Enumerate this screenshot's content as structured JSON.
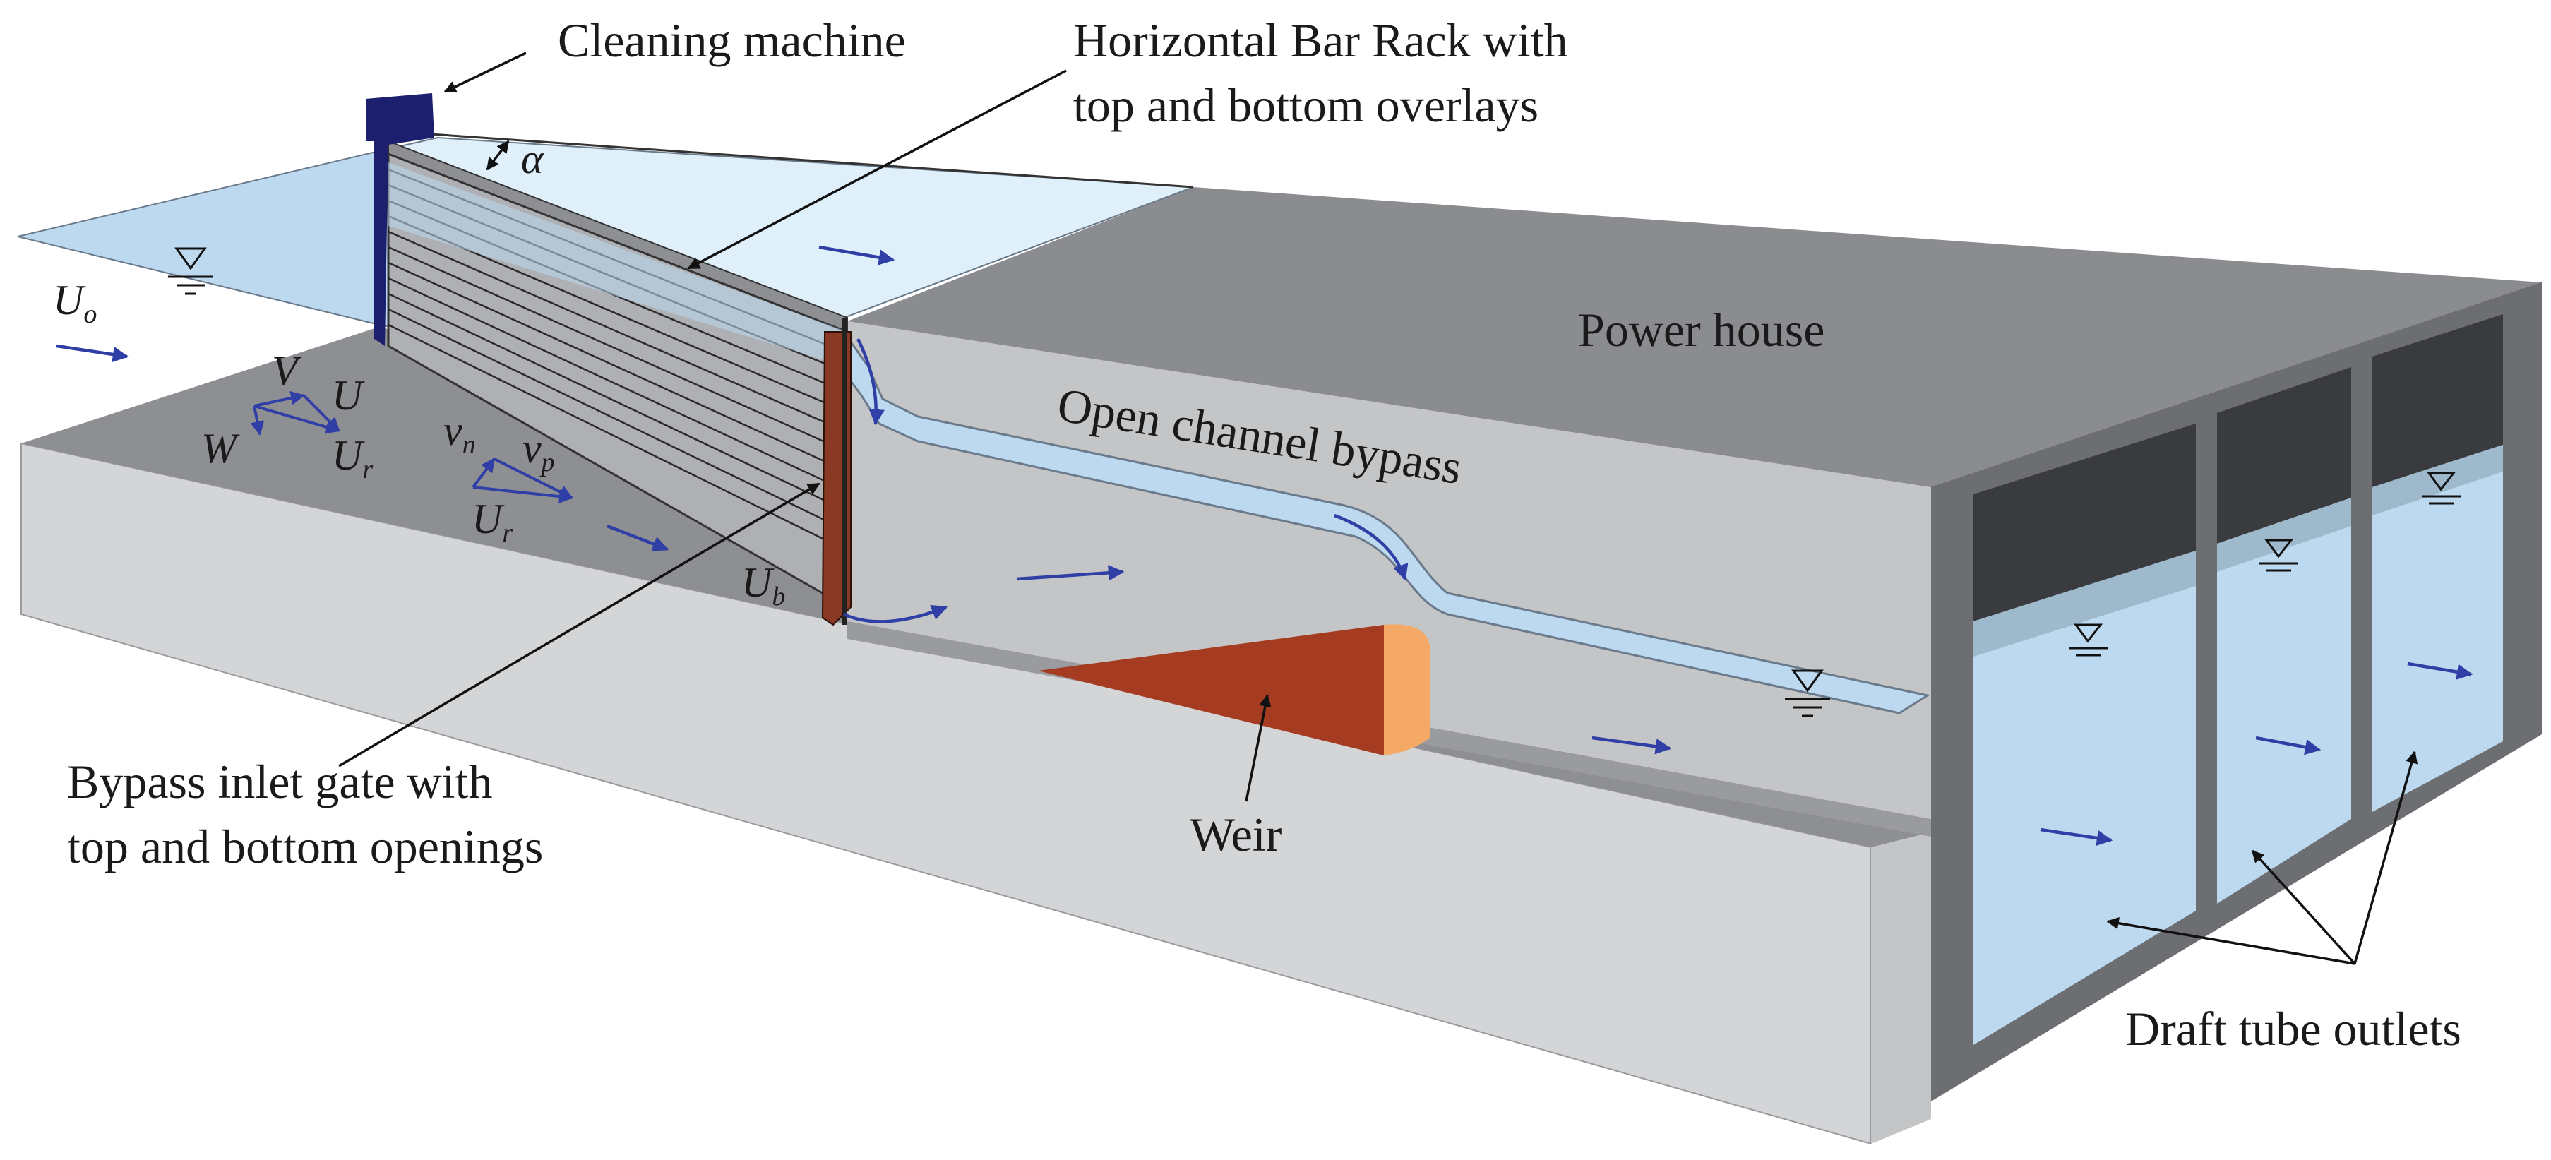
{
  "labels": {
    "cleaning_machine": "Cleaning machine",
    "bar_rack_line1": "Horizontal Bar Rack with",
    "bar_rack_line2": "top and bottom overlays",
    "power_house": "Power house",
    "open_channel_bypass": "Open channel bypass",
    "bypass_gate_line1": "Bypass inlet gate with",
    "bypass_gate_line2": "top and bottom openings",
    "weir": "Weir",
    "draft_tube_outlets": "Draft tube outlets"
  },
  "symbols": {
    "alpha": "α",
    "U": "U",
    "o": "o",
    "V": "V",
    "W": "W",
    "r": "r",
    "v": "v",
    "n": "n",
    "p": "p",
    "b": "b"
  },
  "colors": {
    "water": "#bcd9f0",
    "water_light": "#dff0fa",
    "concrete_light": "#d4d5d7",
    "concrete_mid": "#bfc0c2",
    "concrete_dark": "#8e8f92",
    "floor": "#9a9b9e",
    "roof": "#8b8c8f",
    "machine": "#1c1f6e",
    "gate": "#8a3a24",
    "weir": "#a53c22",
    "weir_crest": "#f4a966",
    "arrow": "#2f3fa6"
  }
}
